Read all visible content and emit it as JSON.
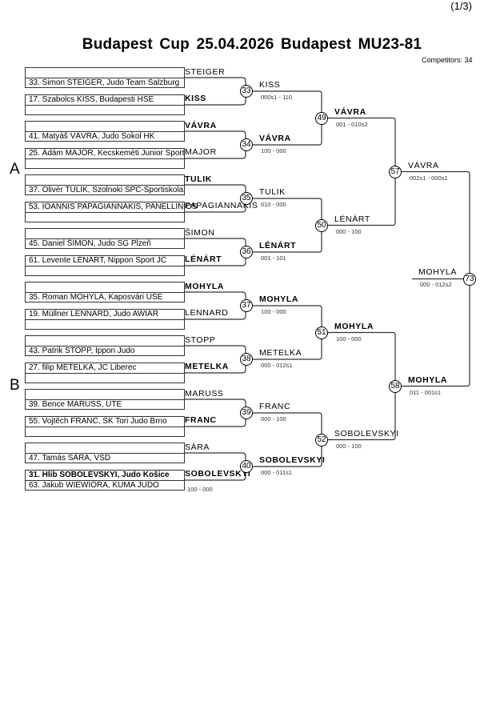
{
  "page_number": "(1/3)",
  "title": "Budapest Cup  25.04.2026  Budapest   MU23-81",
  "competitors_label": "Competitors: 34",
  "pools": [
    "A",
    "B"
  ],
  "pairs": [
    {
      "a": {
        "name": "33. Simon STEIGER, Judo Team Salzburg",
        "label": "STEIGER",
        "bold": false
      },
      "b": {
        "name": "17. Szabolcs KISS, Budapesti HSE",
        "label": "KISS",
        "bold": true
      }
    },
    {
      "a": {
        "name": "41. Matyáš VÁVRA, Judo Sokol HK",
        "label": "VÁVRA",
        "bold": true
      },
      "b": {
        "name": "25. Ádám MAJOR, Kecskeméti Junior Sport",
        "label": "MAJOR",
        "bold": false
      }
    },
    {
      "a": {
        "name": "37. Olivér TULIK, Szolnoki SPC-Sportiskola",
        "label": "TULIK",
        "bold": true
      },
      "b": {
        "name": "53. IOANNIS PAPAGIANNAKIS, PANELLINIOS",
        "label": "PAPAGIANNAKIS",
        "bold": false
      }
    },
    {
      "a": {
        "name": "45. Daniel ŠIMON, Judo SG Plzeň",
        "label": "ŠIMON",
        "bold": false
      },
      "b": {
        "name": "61. Levente LÉNÁRT, Nippon Sport JC",
        "label": "LÉNÁRT",
        "bold": true
      }
    },
    {
      "a": {
        "name": "35. Roman MOHYLA, Kaposvári USE",
        "label": "MOHYLA",
        "bold": true
      },
      "b": {
        "name": "19. Müllner LENNARD, Judo AWIAR",
        "label": "LENNARD",
        "bold": false
      }
    },
    {
      "a": {
        "name": "43. Patrik STOPP, Ippon Judo",
        "label": "STOPP",
        "bold": false
      },
      "b": {
        "name": "27. filip METELKA, JC Liberec",
        "label": "METELKA",
        "bold": true
      }
    },
    {
      "a": {
        "name": "39. Bence MARUSS, UTE",
        "label": "MARUSS",
        "bold": false
      },
      "b": {
        "name": "55. Vojtěch FRANC, SK Tori Judo Brno",
        "label": "FRANC",
        "bold": true
      }
    },
    {
      "a": {
        "name": "47. Tamás SÁRA, VSD",
        "label": "SÁRA",
        "bold": false
      },
      "b": {
        "name": "31. Hlib SOBOLEVSKYI, Judo Košice",
        "label": "SOBOLEVSKYI",
        "bold": true,
        "prelim": {
          "name": "63. Jakub WIEWIÓRA, KUMA JUDO",
          "score": "100 - 000"
        }
      }
    }
  ],
  "rounds": [
    [
      {
        "no": "33",
        "winner": "KISS",
        "bold": false,
        "score": "000s1 - 110"
      },
      {
        "no": "34",
        "winner": "VÁVRA",
        "bold": true,
        "score": "100 - 000"
      },
      {
        "no": "35",
        "winner": "TULIK",
        "bold": false,
        "score": "010 - 000"
      },
      {
        "no": "36",
        "winner": "LÉNÁRT",
        "bold": true,
        "score": "001 - 101"
      },
      {
        "no": "37",
        "winner": "MOHYLA",
        "bold": true,
        "score": "100 - 000"
      },
      {
        "no": "38",
        "winner": "METELKA",
        "bold": false,
        "score": "000 - 012s1"
      },
      {
        "no": "39",
        "winner": "FRANC",
        "bold": false,
        "score": "000 - 100"
      },
      {
        "no": "40",
        "winner": "SOBOLEVSKYI",
        "bold": true,
        "score": "000 - 011s1"
      }
    ],
    [
      {
        "no": "49",
        "winner": "VÁVRA",
        "bold": true,
        "score": "001 - 010s2"
      },
      {
        "no": "50",
        "winner": "LÉNÁRT",
        "bold": false,
        "score": "000 - 100"
      },
      {
        "no": "51",
        "winner": "MOHYLA",
        "bold": true,
        "score": "100 - 000"
      },
      {
        "no": "52",
        "winner": "SOBOLEVSKYI",
        "bold": false,
        "score": "000 - 100"
      }
    ],
    [
      {
        "no": "57",
        "winner": "VÁVRA",
        "bold": false,
        "score": "002s1 - 000s1"
      },
      {
        "no": "58",
        "winner": "MOHYLA",
        "bold": true,
        "score": "011 - 001s1"
      }
    ],
    [
      {
        "no": "73",
        "winner": "MOHYLA",
        "bold": false,
        "score": "000 - 012s2"
      }
    ]
  ]
}
